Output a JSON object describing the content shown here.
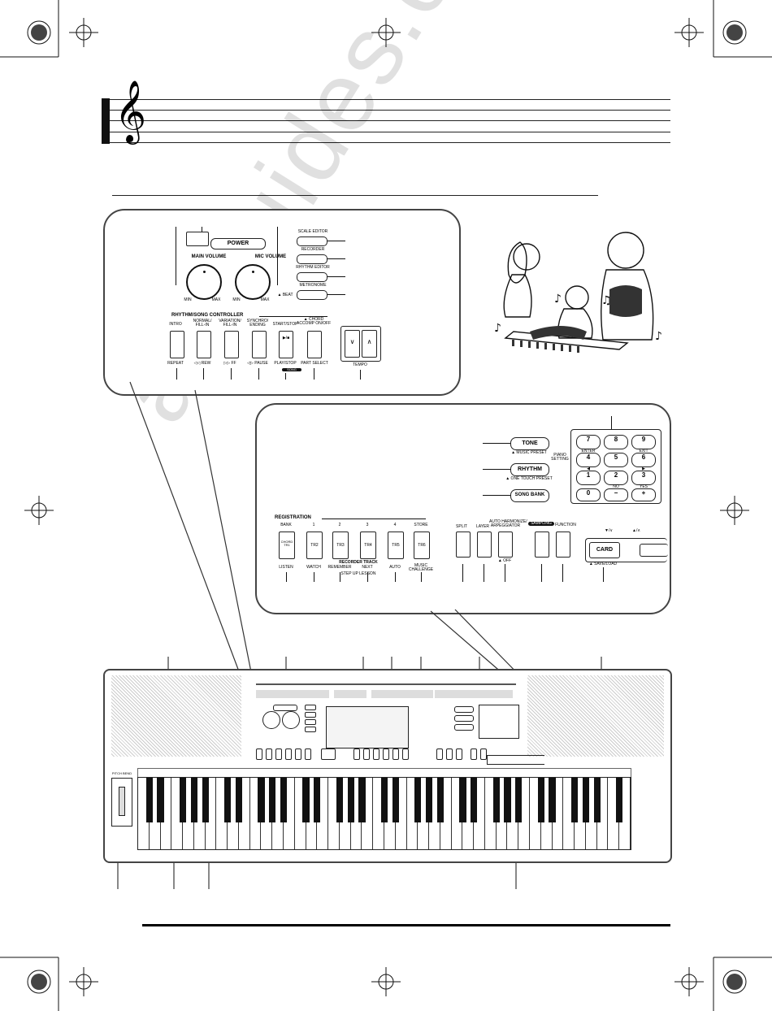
{
  "panel1": {
    "power_label": "POWER",
    "main_volume_label": "MAIN VOLUME",
    "mic_volume_label": "MIC VOLUME",
    "min_label": "MIN",
    "max_label": "MAX",
    "scale_editor_label": "SCALE EDITOR",
    "recorder_label": "RECORDER",
    "rhythm_editor_label": "RHYTHM EDITOR",
    "metronome_label": "METRONOME",
    "beat_label": "▲ BEAT",
    "controller_label": "RHYTHM/SONG CONTROLLER",
    "buttons": [
      {
        "top": "INTRO",
        "bottom": "REPEAT"
      },
      {
        "top": "NORMAL/\nFILL-IN",
        "bottom": "◁◁ REW"
      },
      {
        "top": "VARIATION/\nFILL-IN",
        "bottom": "▷▷ FF"
      },
      {
        "top": "SYNCHRO/\nENDING",
        "bottom": "◁▷ PAUSE"
      },
      {
        "top": "START/STOP",
        "bottom": "PLAY/STOP"
      },
      {
        "top": "▲ CHORD\nACCOMP ON/OFF",
        "bottom": "PART SELECT"
      }
    ],
    "play_stop_glyph": "▶/■",
    "song_badge": "SONG",
    "tempo_label": "TEMPO",
    "tempo_down": "∨",
    "tempo_up": "∧"
  },
  "panel2": {
    "tone_label": "TONE",
    "music_preset_label": "▲ MUSIC PRESET",
    "rhythm_label": "RHYTHM",
    "one_touch_preset_label": "▲ ONE TOUCH PRESET",
    "song_bank_label": "SONG BANK",
    "piano_setting_label": "PIANO\nSETTING",
    "numpad": [
      {
        "num": "7",
        "sub": "ENTER"
      },
      {
        "num": "8",
        "sub": ""
      },
      {
        "num": "9",
        "sub": "EXIT"
      },
      {
        "num": "4",
        "sub": "◀"
      },
      {
        "num": "5",
        "sub": ""
      },
      {
        "num": "6",
        "sub": "▶"
      },
      {
        "num": "1",
        "sub": ""
      },
      {
        "num": "2",
        "sub": "NO"
      },
      {
        "num": "3",
        "sub": "YES"
      },
      {
        "num": "0",
        "sub": ""
      },
      {
        "num": "−",
        "sub": "▼/∨"
      },
      {
        "num": "+",
        "sub": "▲/∧"
      }
    ],
    "registration_label": "REGISTRATION",
    "reg_headers": [
      "BANK",
      "1",
      "2",
      "3",
      "4",
      "STORE"
    ],
    "reg_buttons": [
      "CHORD\nTR1",
      "TR2",
      "TR3",
      "TR4",
      "TR5",
      "TR6"
    ],
    "recorder_track_label": "RECORDER TRACK",
    "lesson_labels": [
      "LISTEN",
      "WATCH",
      "REMEMBER",
      "NEXT",
      "AUTO",
      "MUSIC\nCHALLENGE"
    ],
    "step_up_label": "STEP UP LESSON",
    "split_label": "SPLIT",
    "layer_label": "LAYER",
    "arpeggiator_label": "AUTO HARMONIZE/\nARPEGGIATOR",
    "off_label": "▲ OFF",
    "sampling_label": "SAMPLING",
    "function_label": "FUNCTION",
    "card_label": "CARD",
    "save_load_label": "▲ SAVE/LOAD"
  },
  "keyboard": {
    "pitch_bend_label": "PITCH BEND"
  },
  "watermark": "all-guides.com"
}
